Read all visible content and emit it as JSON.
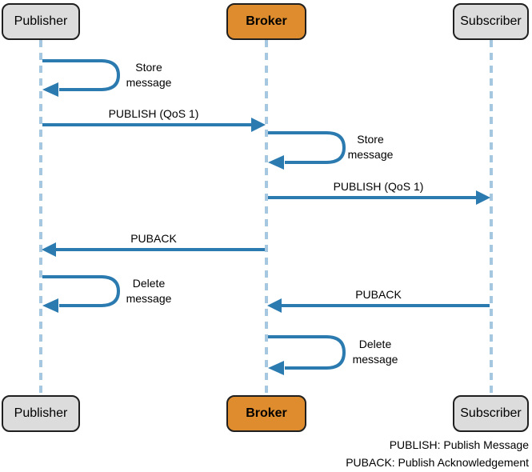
{
  "palette": {
    "arrow_blue": "#2b7ab0",
    "lifeline_blue": "#a6c7e0",
    "broker_orange": "#de8c2d",
    "actor_gray": "#dcdcdc",
    "border_dark": "#1f1f1f"
  },
  "actors": {
    "publisher": "Publisher",
    "broker": "Broker",
    "subscriber": "Subscriber"
  },
  "messages": {
    "store_message_publisher": "Store message",
    "publish_qos1_pub_to_broker": "PUBLISH (QoS 1)",
    "store_message_broker": "Store message",
    "publish_qos1_broker_to_sub": "PUBLISH (QoS 1)",
    "puback_broker_to_pub": "PUBACK",
    "delete_message_publisher": "Delete message",
    "puback_sub_to_broker": "PUBACK",
    "delete_message_broker": "Delete message"
  },
  "legend": {
    "line1": "PUBLISH: Publish Message",
    "line2": "PUBACK: Publish Acknowledgement"
  }
}
